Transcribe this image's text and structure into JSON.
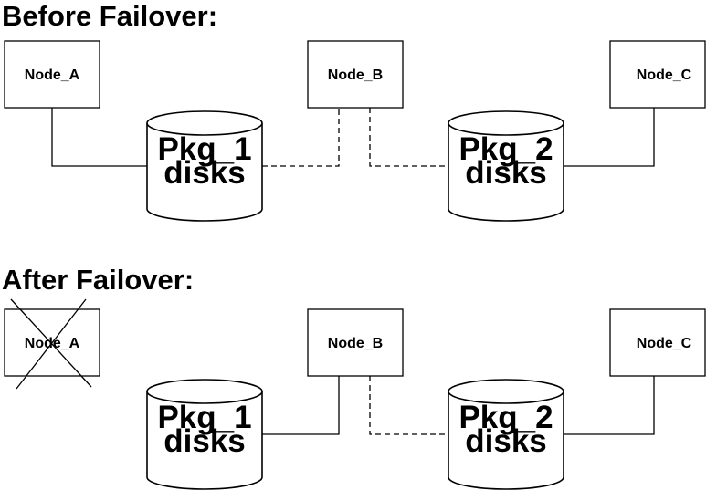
{
  "before": {
    "title": "Before Failover:",
    "node_a": "Node_A",
    "node_b": "Node_B",
    "node_c": "Node_C",
    "pkg1": {
      "line1": "Pkg_1",
      "line2": "disks"
    },
    "pkg2": {
      "line1": "Pkg_2",
      "line2": "disks"
    }
  },
  "after": {
    "title": "After Failover:",
    "node_a": "Node_A",
    "node_b": "Node_B",
    "node_c": "Node_C",
    "pkg1": {
      "line1": "Pkg_1",
      "line2": "disks"
    },
    "pkg2": {
      "line1": "Pkg_2",
      "line2": "disks"
    }
  }
}
